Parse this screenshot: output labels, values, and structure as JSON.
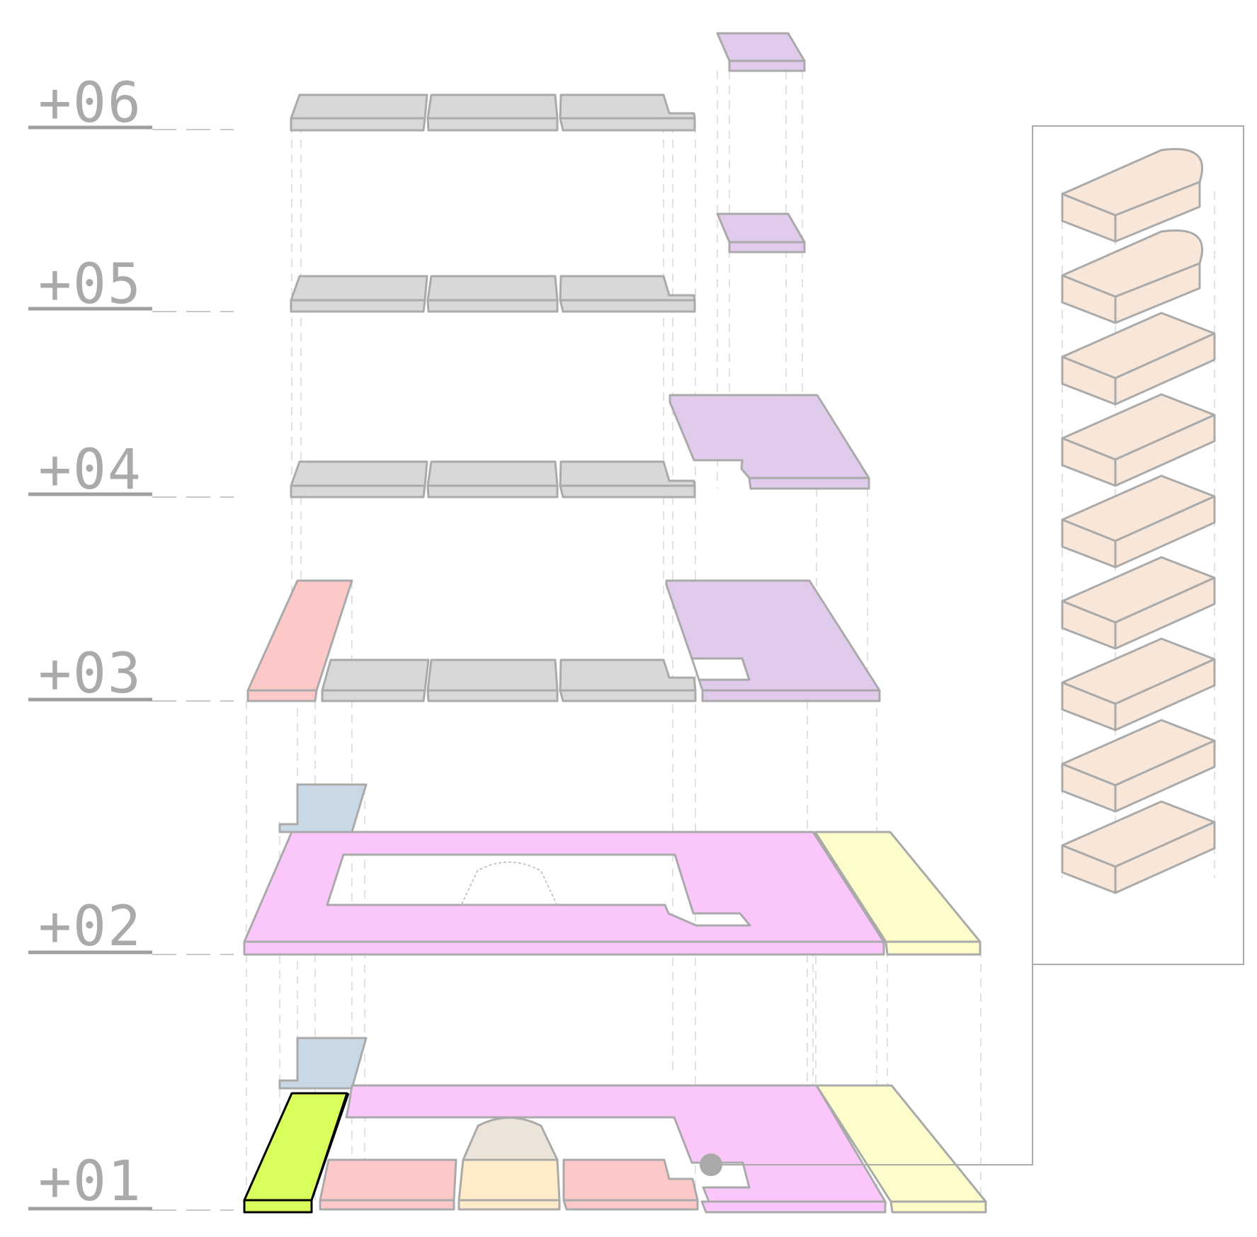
{
  "levels": [
    {
      "label": "+06"
    },
    {
      "label": "+05"
    },
    {
      "label": "+04"
    },
    {
      "label": "+03"
    },
    {
      "label": "+02"
    },
    {
      "label": "+01"
    }
  ],
  "colors": {
    "outline": "#aaaaaa",
    "gray_slab": "#d8d8d8",
    "purple_zone": "#e0cbec",
    "pink_zone": "#fbc7fb",
    "yellow_zone": "#fdfccb",
    "salmon_zone": "#fcc8c8",
    "blue_zone": "#c9d8e5",
    "peach_zone": "#feecc8",
    "beige_zone": "#ece4d8",
    "highlight_zone": "#d9ff5c",
    "module": "#f8e6d8"
  },
  "detail_panel": {
    "module_count": 9
  }
}
